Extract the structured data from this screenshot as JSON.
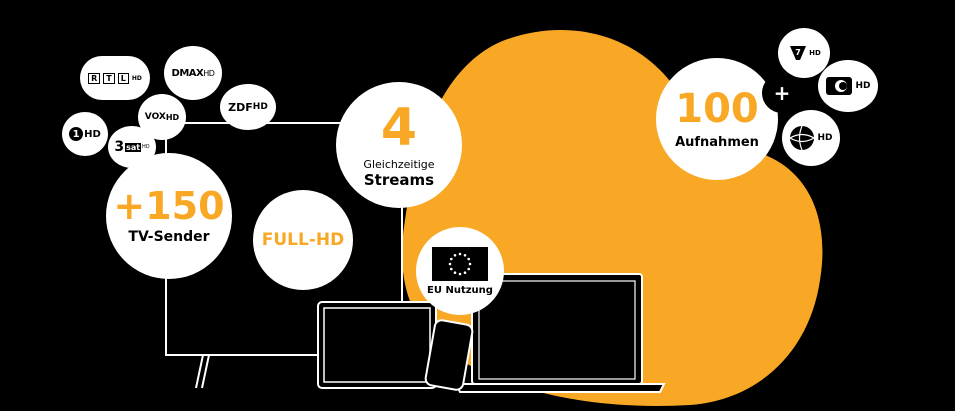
{
  "colors": {
    "accent": "#f9a825",
    "background": "#000000",
    "circle": "#ffffff"
  },
  "features": {
    "channels": {
      "value": "+150",
      "label": "TV-Sender"
    },
    "quality": {
      "label": "FULL-HD"
    },
    "streams": {
      "value": "4",
      "line1": "Gleichzeitige",
      "line2": "Streams"
    },
    "eu": {
      "label": "EU Nutzung"
    },
    "recordings": {
      "value": "100",
      "label": "Aufnahmen"
    },
    "plus": "+"
  },
  "channel_logos": {
    "rtl": {
      "r": "R",
      "t": "T",
      "l": "L",
      "hd": "HD"
    },
    "dmax": {
      "name": "DMAX",
      "hd": "HD"
    },
    "vox": {
      "name": "VOX",
      "hd": "HD"
    },
    "zdf": {
      "name": "ZDF",
      "hd": "HD"
    },
    "ard": {
      "name": "1",
      "hd": "HD"
    },
    "3sat": {
      "num": "3",
      "name": "sat",
      "hd": "HD"
    },
    "pro7": {
      "name": "7",
      "hd": "HD"
    },
    "kabel1": {
      "hd": "HD"
    },
    "sat1": {
      "hd": "HD"
    }
  }
}
